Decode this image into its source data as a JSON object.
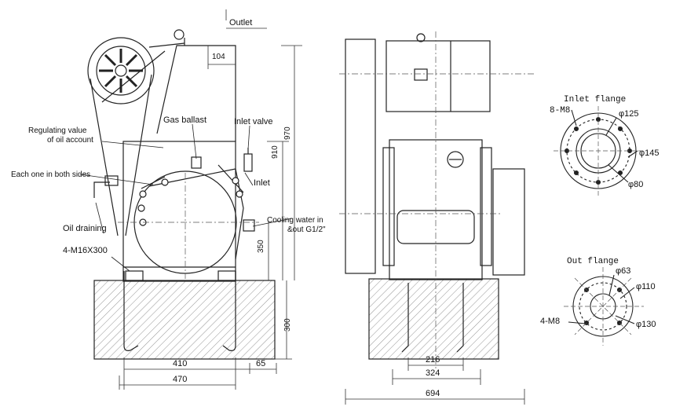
{
  "callouts": {
    "outlet": "Outlet",
    "gas_ballast": "Gas ballast",
    "inlet_valve": "Inlet valve",
    "regulating_valve_line1": "Regulating value",
    "regulating_valve_line2": "of oil account",
    "each_one_both_sides": "Each one in both sides",
    "inlet": "Inlet",
    "cooling_water_line1": "Cooling water in",
    "cooling_water_line2": "&out G1/2\"",
    "oil_draining": "Oil draining",
    "anchor_bolts": "4-M16X300"
  },
  "dimensions": {
    "d104": "104",
    "d970": "970",
    "d910": "910",
    "d350": "350",
    "d300": "300",
    "d410": "410",
    "d65": "65",
    "d470": "470",
    "d216": "216",
    "d324": "324",
    "d694": "694"
  },
  "inlet_flange": {
    "title": "Inlet flange",
    "holes": "8-M8",
    "d_bolt": "φ125",
    "d_outer": "φ145",
    "d_inner": "φ80"
  },
  "out_flange": {
    "title": "Out flange",
    "holes": "4-M8",
    "d_inner": "φ63",
    "d_bolt": "φ110",
    "d_outer": "φ130"
  }
}
